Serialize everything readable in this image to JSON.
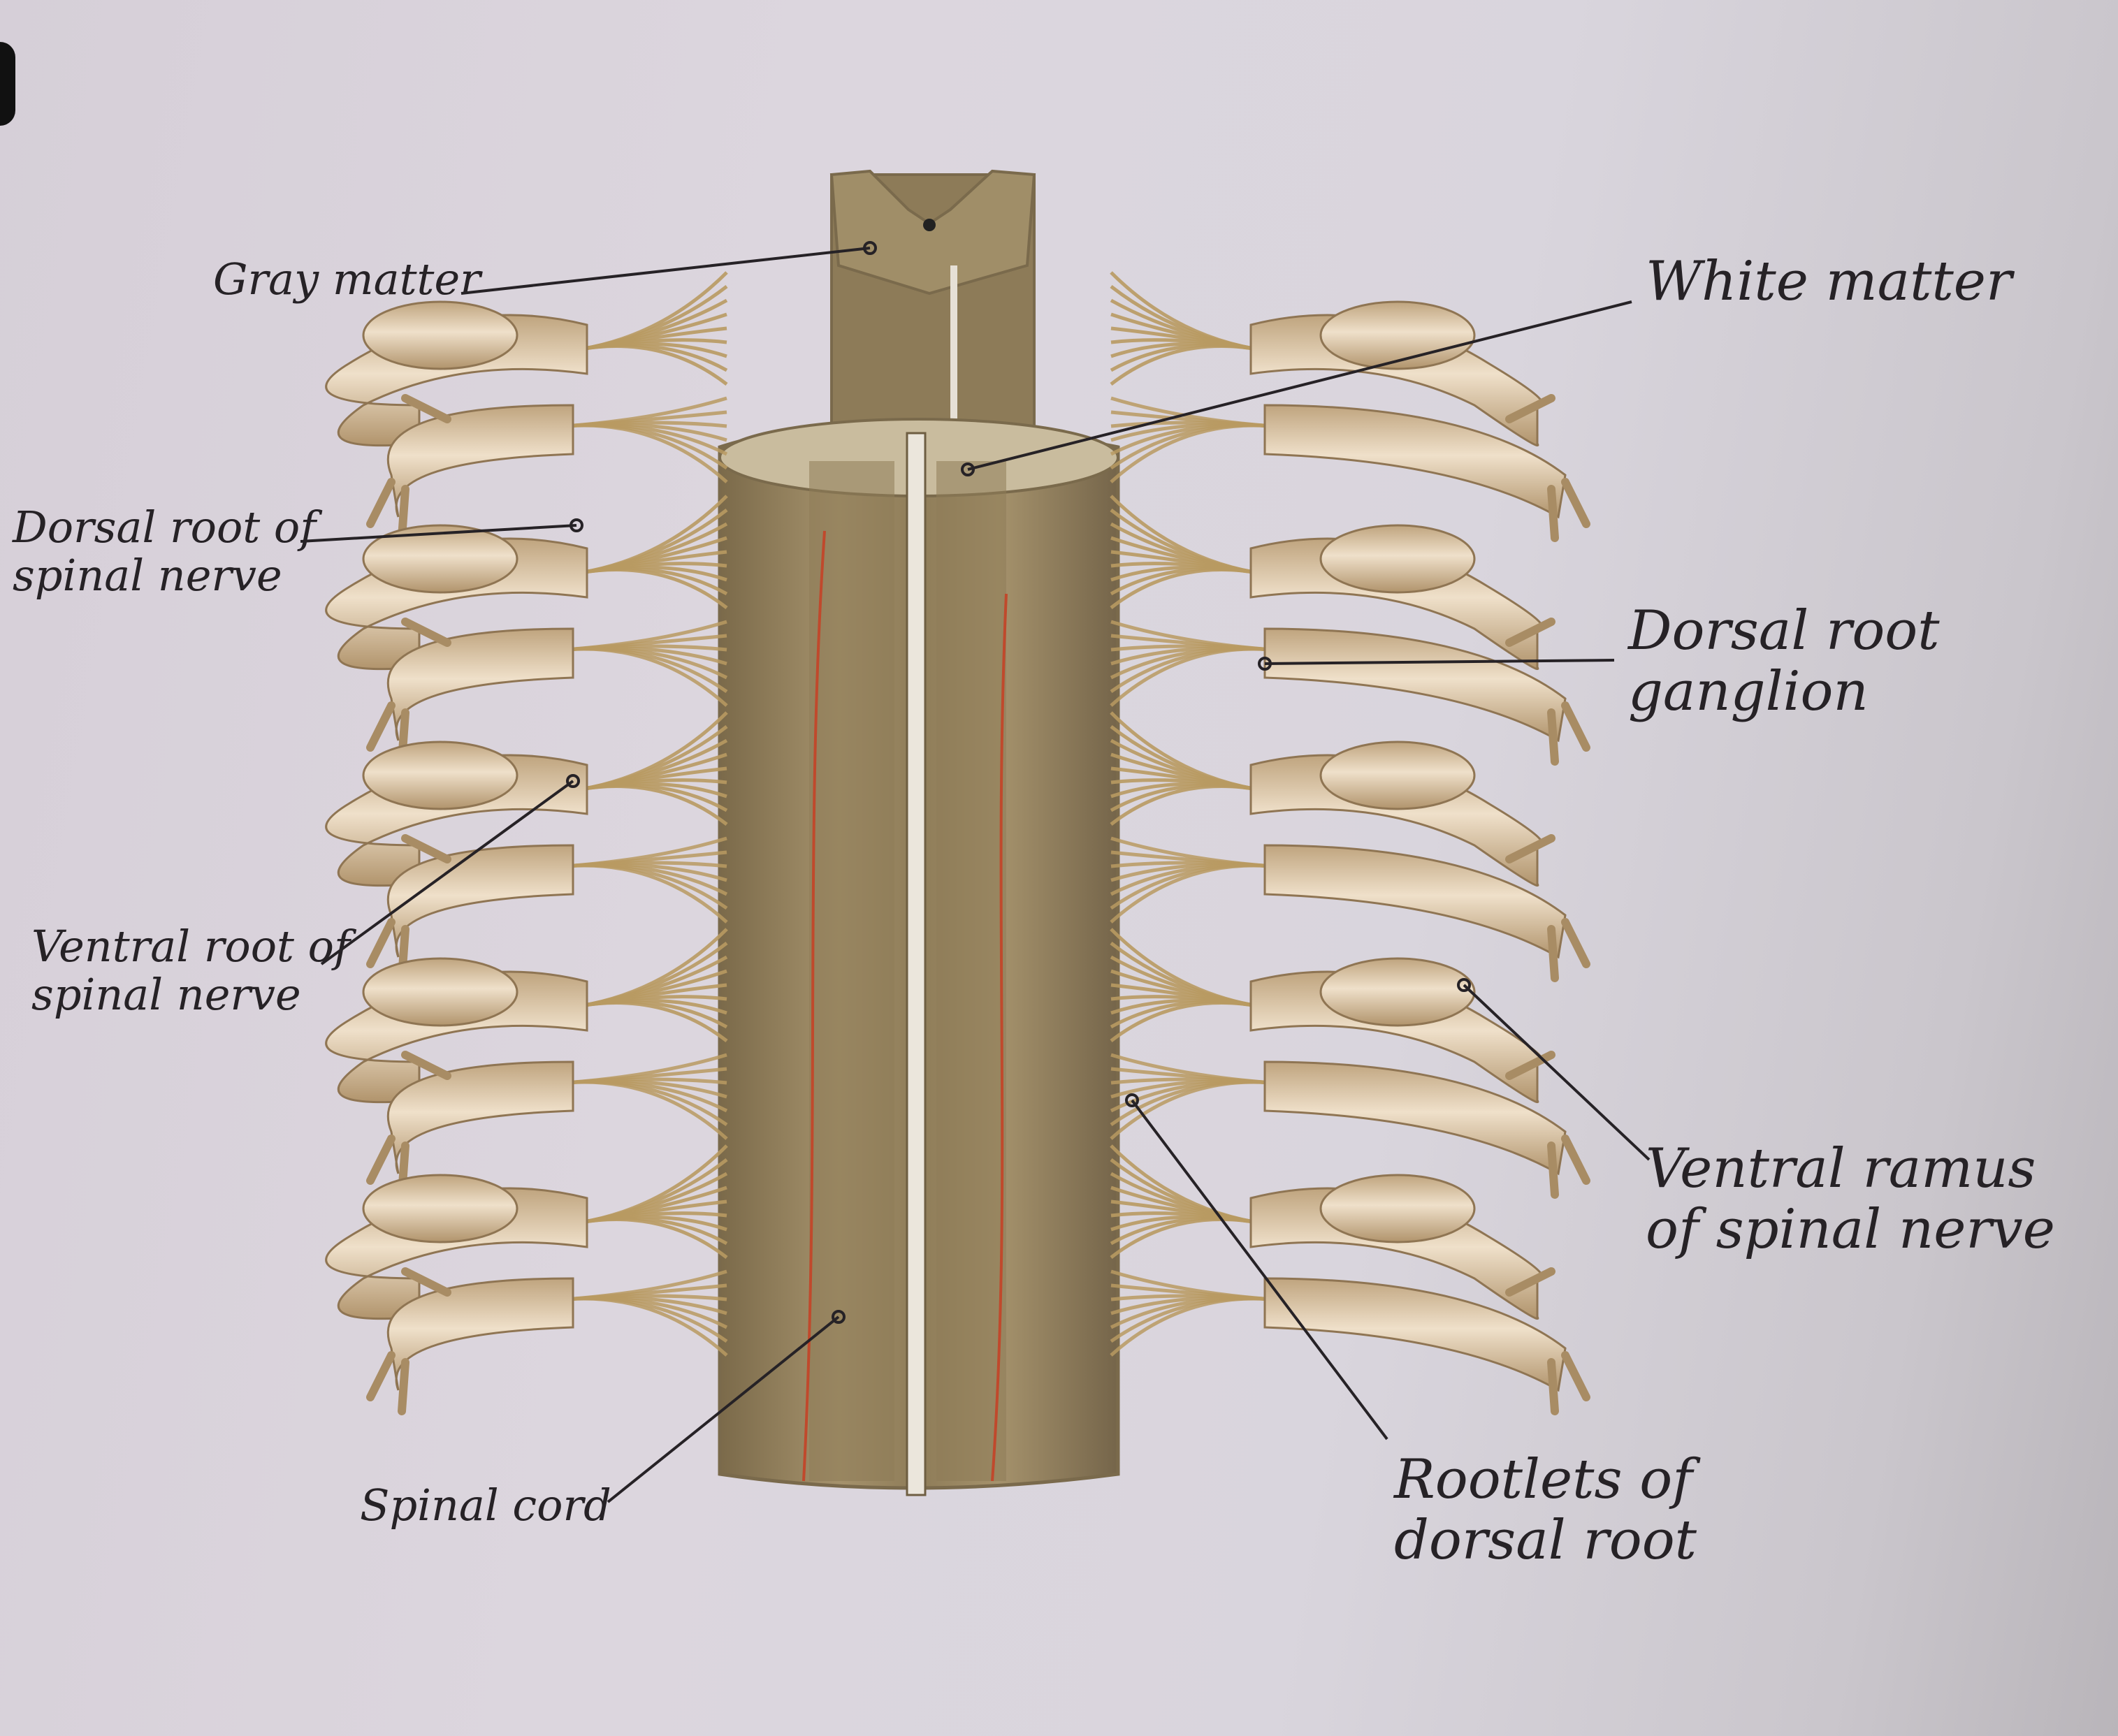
{
  "labels": {
    "gray_matter": "Gray matter",
    "white_matter": "White matter",
    "dorsal_root_spinal_nerve": [
      "Dorsal root of",
      "spinal nerve"
    ],
    "dorsal_root_ganglion": [
      "Dorsal root",
      "ganglion"
    ],
    "ventral_root_spinal_nerve": [
      "Ventral root of",
      "spinal nerve"
    ],
    "ventral_ramus_spinal_nerve": [
      "Ventral ramus",
      "of spinal nerve"
    ],
    "spinal_cord": "Spinal cord",
    "rootlets_dorsal_root": [
      "Rootlets of",
      "dorsal root"
    ]
  },
  "colors": {
    "background": "#d8d2da",
    "cord": "#9c8a66",
    "cord_shadow": "#7a6a4c",
    "nerve": "#c9b08a",
    "nerve_highlight": "#ecdcc4",
    "rootlet": "#b89a62",
    "blood_vessel": "#c0492c",
    "leader_line": "#262226"
  }
}
